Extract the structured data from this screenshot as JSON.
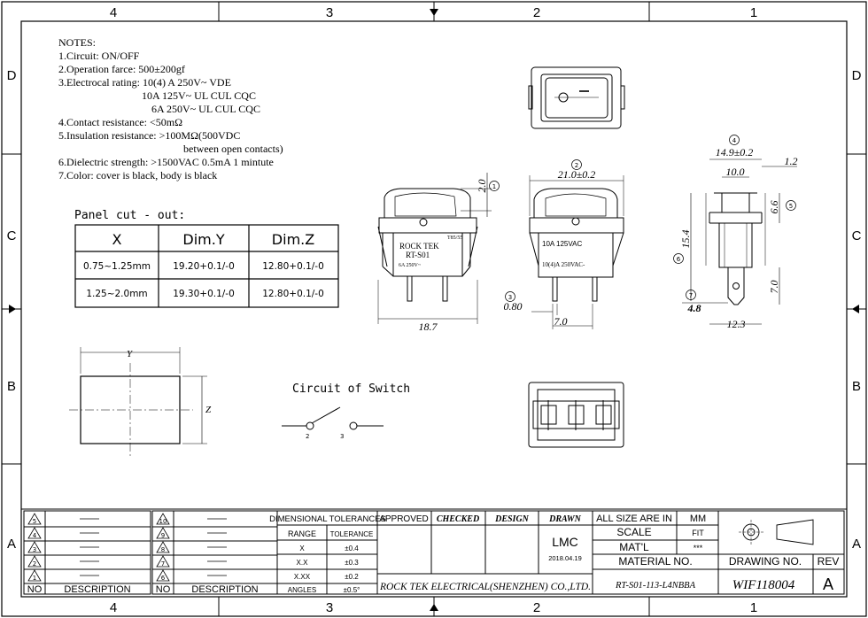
{
  "border": {
    "columns_top": [
      "4",
      "3",
      "2",
      "1"
    ],
    "columns_bottom": [
      "4",
      "3",
      "2",
      "1"
    ],
    "rows_left": [
      "D",
      "C",
      "B",
      "A"
    ],
    "rows_right": [
      "D",
      "C",
      "B",
      "A"
    ]
  },
  "notes": {
    "heading": "NOTES:",
    "line1": "1.Circuit: ON/OFF",
    "line2": "2.Operation farce: 500±200gf",
    "line3": "3.Electrocal rating: 10(4) A   250V~  VDE",
    "line3b": "10A  125V~     UL CUL  CQC",
    "line3c": "6A   250V~     UL CUL   CQC",
    "line4": "4.Contact resistance: <50mΩ",
    "line5": "5.Insulation resistance: >100MΩ(500VDC",
    "line5b": "between open contacts)",
    "line6": "6.Dielectric strength: >1500VAC  0.5mA 1 mintute",
    "line7": "7.Color: cover is black, body is black"
  },
  "panel_cutout": {
    "title": "Panel cut - out:",
    "headers": [
      "X",
      "Dim.Y",
      "Dim.Z"
    ],
    "rows": [
      [
        "0.75~1.25mm",
        "19.20+0.1/-0",
        "12.80+0.1/-0"
      ],
      [
        "1.25~2.0mm",
        "19.30+0.1/-0",
        "12.80+0.1/-0"
      ]
    ]
  },
  "cutout_sketch": {
    "y_label": "Y",
    "z_label": "Z"
  },
  "circuit": {
    "title": "Circuit   of   Switch",
    "pin1": "2",
    "pin2": "3"
  },
  "front_view": {
    "brand": "ROCK TEK",
    "model": "RT-S01",
    "rating_small": "6A 250V~",
    "corner_mark": "T85/55",
    "dim_height": "2.0",
    "dim_width": "18.7",
    "balloon1": "1"
  },
  "side_view": {
    "dim_width": "21.0±0.2",
    "rating1": "10A  125VAC",
    "rating2": "10(4)A 250VAC-",
    "dim_pin": "0.80",
    "dim_pitch": "7.0",
    "balloon2": "2",
    "balloon3": "3"
  },
  "right_view": {
    "dim_total": "14.9±0.2",
    "dim_inner": "10.0",
    "dim_step": "1.2",
    "dim_snap": "6.6",
    "dim_height": "15.4",
    "dim_pin_len": "7.0",
    "dim_pin_w": "4.8",
    "dim_base": "12.3",
    "balloon4": "4",
    "balloon5": "5",
    "balloon6": "6",
    "balloon7": "7"
  },
  "revisions": {
    "left_numbers": [
      "5",
      "4",
      "3",
      "2",
      "1"
    ],
    "right_numbers": [
      "10",
      "9",
      "8",
      "7",
      "6"
    ],
    "col_no": "NO",
    "col_desc": "DESCRIPTION"
  },
  "tolerances": {
    "title": "DIMENSIONAL TOLERANCES",
    "col_range": "RANGE",
    "col_tol": "TOLERANCE",
    "rows": [
      [
        "X",
        "±0.4"
      ],
      [
        "X.X",
        "±0.3"
      ],
      [
        "X.XX",
        "±0.2"
      ],
      [
        "ANGLES",
        "±0.5°"
      ]
    ]
  },
  "signoff": {
    "approved": "APPROVED",
    "checked": "CHECKED",
    "design": "DESIGN",
    "drawn": "DRAWN",
    "drawn_by": "LMC",
    "date": "2018.04.19"
  },
  "title_block": {
    "all_size": "ALL SIZE ARE IN",
    "unit": "MM",
    "scale_label": "SCALE",
    "scale_value": "FIT",
    "matl_label": "MAT'L",
    "matl_value": "***",
    "material_no": "MATERIAL NO.",
    "drawing_no_label": "DRAWING NO.",
    "rev_label": "REV",
    "company": "ROCK TEK ELECTRICAL(SHENZHEN) CO.,LTD.",
    "part_no": "RT-S01-113-L4NBBA",
    "drawing_no": "WIF118004",
    "rev": "A"
  }
}
